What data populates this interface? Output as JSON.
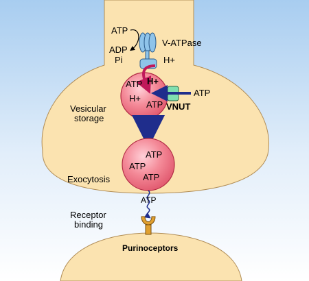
{
  "colors": {
    "background_top": "#a8cdf0",
    "background_bottom": "#ffffff",
    "terminal": "#fbe3b0",
    "terminal_stroke": "#b08c55",
    "vesicle": "#f07a88",
    "vesicle_stroke": "#b02a44",
    "arrow_dark_blue": "#1f2d8c",
    "arrow_magenta": "#c0185a",
    "atpase": "#8fc4ea",
    "vnut": "#7fdfb0",
    "receptor": "#e0a030"
  },
  "labels": {
    "atp_input": "ATP",
    "v_atpase": "V-ATPase",
    "adp": "ADP",
    "pi": "Pi",
    "h_plus_outside": "H+",
    "vesicle1_atp_left": "ATP",
    "vesicle1_h_plus_top": "H+",
    "vesicle1_h_plus_left": "H+",
    "vesicle1_atp_bottom": "ATP",
    "vnut_atp": "ATP",
    "vnut": "VNUT",
    "vesicular_storage_1": "Vesicular",
    "vesicular_storage_2": "storage",
    "vesicle2_atp_1": "ATP",
    "vesicle2_atp_2": "ATP",
    "vesicle2_atp_3": "ATP",
    "exocytosis": "Exocytosis",
    "released_atp": "ATP",
    "receptor_binding_1": "Receptor",
    "receptor_binding_2": "binding",
    "purinoceptors": "Purinoceptors"
  }
}
